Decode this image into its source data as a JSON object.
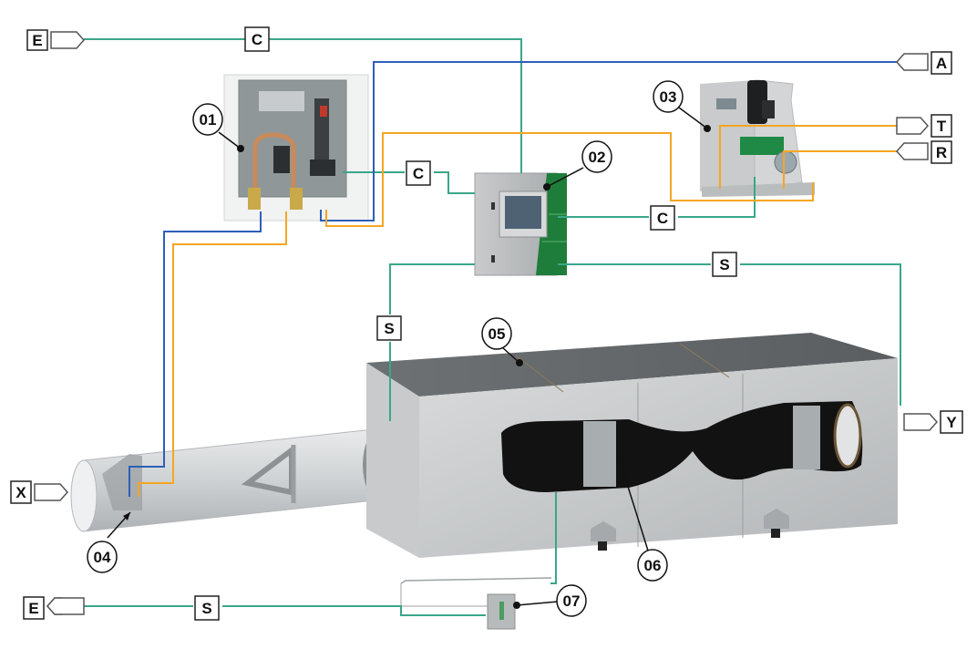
{
  "colors": {
    "signal": "#3aa68a",
    "air": "#2e5fb8",
    "fuel": "#f5a623",
    "equipment_green": "#1e7d3a",
    "panel_gray": "#b8bcbf"
  },
  "endpoints": {
    "e_top": "E",
    "a": "A",
    "t": "T",
    "r": "R",
    "x": "X",
    "y": "Y",
    "e_bottom": "E"
  },
  "line_tags": {
    "c_top": "C",
    "c_unit01": "C",
    "c_unit03": "C",
    "s_right": "S",
    "s_left": "S",
    "s_bottom": "S"
  },
  "callouts": {
    "c01": "01",
    "c02": "02",
    "c03": "03",
    "c04": "04",
    "c05": "05",
    "c06": "06",
    "c07": "07"
  }
}
